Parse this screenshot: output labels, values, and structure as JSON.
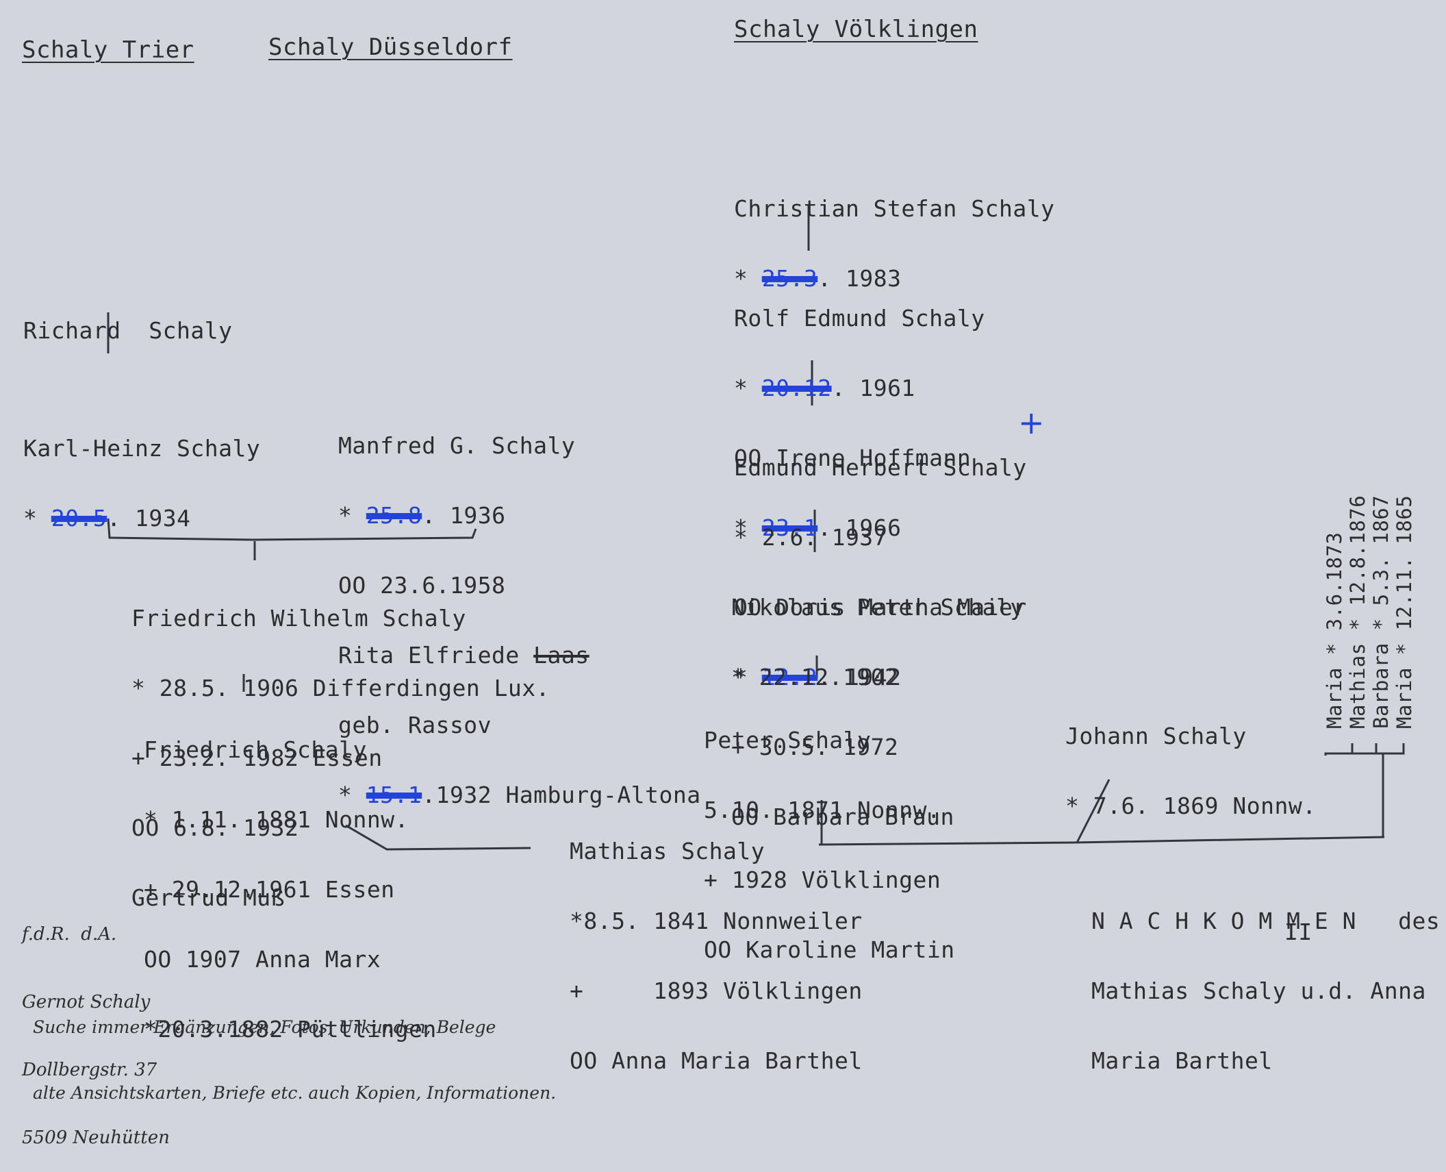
{
  "headers": {
    "trier": "Schaly Trier",
    "duesseldorf": "Schaly Düsseldorf",
    "voelklingen": "Schaly Völklingen"
  },
  "persons": {
    "christian": [
      "Christian Stefan Schaly",
      "* ",
      "25.3",
      ". 1983"
    ],
    "rolf": [
      "Rolf Edmund Schaly",
      "* ",
      "20.12",
      ". 1961",
      "OO Irene Hoffmann",
      "* ",
      "23.1",
      ". 1966"
    ],
    "edmund": [
      "Edmund Herbert Schaly",
      "* 2.6. 1937",
      "OO Doris Martha Maier",
      "* ",
      "12.2",
      ". 1942"
    ],
    "nikolaus": [
      "Nikolaus Peter Schaly",
      "* 22.12.1902",
      "+ 30.5. 1972",
      "OO Barbara Braun"
    ],
    "peter": [
      "Peter Schaly",
      "5.10. 1871 Nonnw.",
      "+ 1928 Völklingen",
      "OO Karoline Martin"
    ],
    "johann": [
      "Johann Schaly",
      "* 7.6. 1869 Nonnw."
    ],
    "richard": [
      "Richard  Schaly"
    ],
    "karlheinz": [
      "Karl-Heinz Schaly",
      "* ",
      "20.5",
      ". 1934"
    ],
    "manfred": [
      "Manfred G. Schaly",
      "* ",
      "25.8",
      ". 1936",
      "OO 23.6.1958",
      "Rita Elfriede ",
      "Laas",
      "geb. Rassov",
      "* ",
      "15.1",
      ".1932 Hamburg-Altona"
    ],
    "friedrich_wilhelm": [
      "Friedrich Wilhelm Schaly",
      "* 28.5. 1906 Differdingen Lux.",
      "+ 23.2. 1982 Essen",
      "OO 6.8. 1932",
      "Gertrud Muß"
    ],
    "friedrich": [
      "Friedrich Schaly",
      "* 1.11. 1881 Nonnw.",
      "+ 29.12.1961 Essen",
      "OO 1907 Anna Marx",
      "*20.3.1882 Püttlingen"
    ],
    "mathias": [
      "Mathias Schaly",
      "*8.5. 1841 Nonnweiler",
      "+     1893 Völklingen",
      "OO Anna Maria Barthel"
    ]
  },
  "siblings": [
    "Maria * 3.6.1873",
    "Mathias * 12.8.1876",
    "Barbara * 5.3. 1867",
    "Maria * 12.11. 1865"
  ],
  "title": [
    "N A C H K O M M E N   des",
    "Mathias Schaly u.d. Anna",
    "Maria Barthel"
  ],
  "title_number": "II",
  "author": [
    "f.d.R.  d.A.",
    "Gernot Schaly",
    "Dollbergstr. 37",
    "5509 Neuhütten"
  ],
  "note": [
    "Suche immer Ergänzungen, Fotos, Urkunden, Belege",
    "alte Ansichtskarten, Briefe etc. auch Kopien, Informationen."
  ],
  "deceased_mark": "+"
}
